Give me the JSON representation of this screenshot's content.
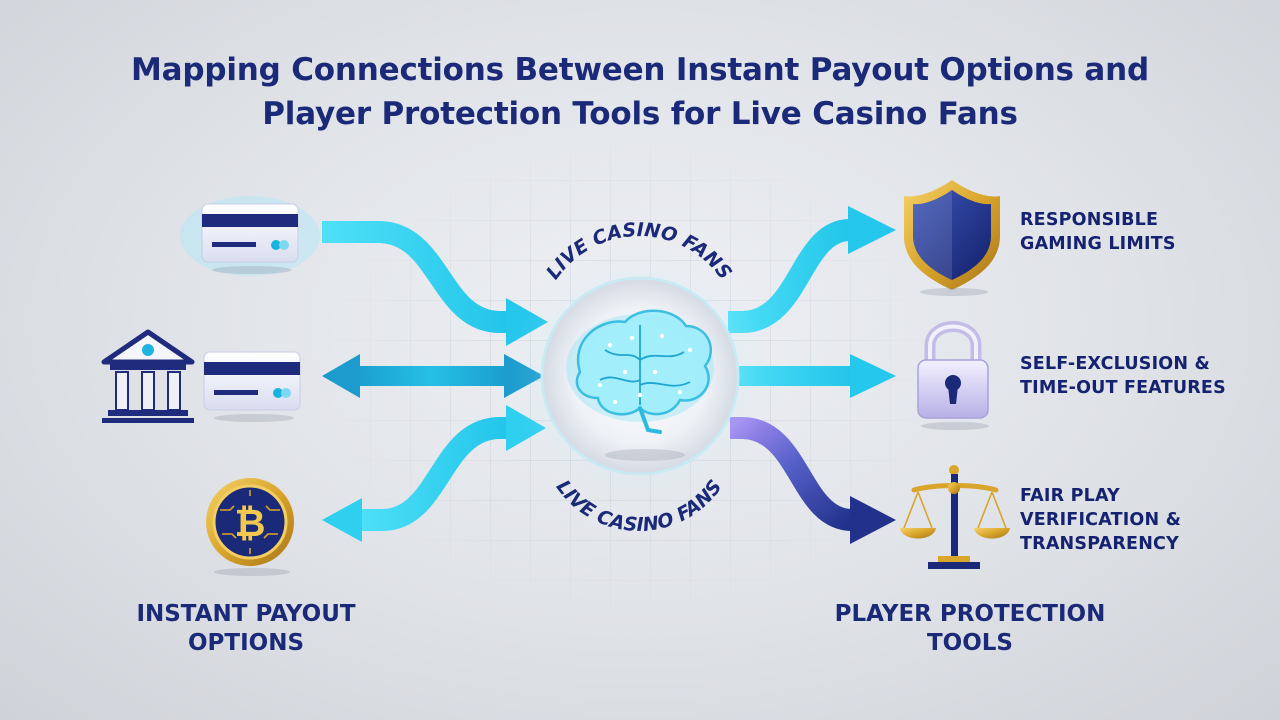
{
  "title": {
    "line1": "Mapping Connections Between Instant Payout Options and",
    "line2": "Player Protection Tools for Live Casino Fans"
  },
  "hub": {
    "label_top": "LIVE CASINO FANS",
    "label_bottom": "LIVE CASINO FANS",
    "icon": "brain-icon"
  },
  "left_column": {
    "title_line1": "INSTANT PAYOUT",
    "title_line2": "OPTIONS",
    "items": [
      {
        "icon": "credit-card-icon"
      },
      {
        "icon": "bank-icon",
        "icon2": "credit-card-icon"
      },
      {
        "icon": "bitcoin-icon"
      }
    ]
  },
  "right_column": {
    "title_line1": "PLAYER PROTECTION",
    "title_line2": "TOOLS",
    "items": [
      {
        "icon": "shield-icon",
        "line1": "RESPONSIBLE",
        "line2": "GAMING LIMITS"
      },
      {
        "icon": "padlock-icon",
        "line1": "SELF-EXCLUSION &",
        "line2": "TIME-OUT FEATURES"
      },
      {
        "icon": "scales-icon",
        "line1": "FAIR PLAY",
        "line2": "VERIFICATION &",
        "line3": "TRANSPARENCY"
      }
    ]
  },
  "colors": {
    "title": "#1b2a78",
    "arrow_light": "#2ed3f0",
    "arrow_mid": "#1aa6d0",
    "arrow_dark": "#23338f",
    "arrow_purple": "#8c78e6",
    "gold": "#d9a52b"
  }
}
